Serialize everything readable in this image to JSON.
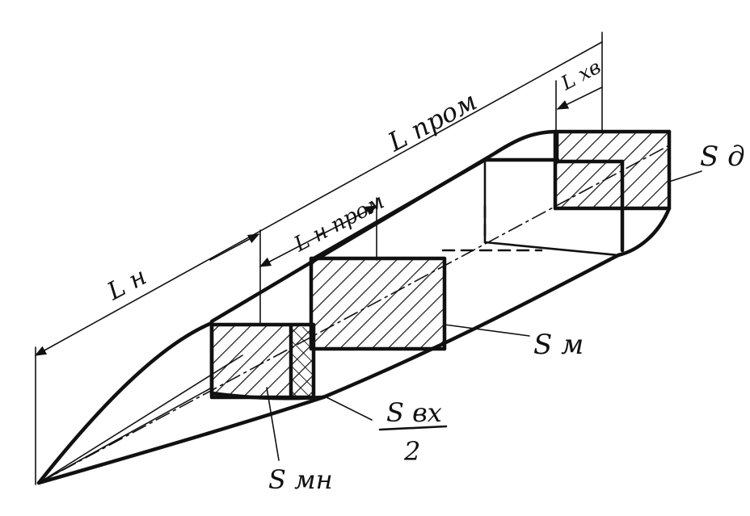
{
  "labels": {
    "l_n": "L н",
    "l_n_prom": "L н пром",
    "l_prom": "L пром",
    "l_xv": "L хв",
    "s_d": "S д",
    "s_m": "S м",
    "s_vx_num": "S вх",
    "s_vx_den": "2",
    "s_mn": "S мн"
  },
  "colors": {
    "ink": "#111111",
    "paper": "#ffffff"
  }
}
